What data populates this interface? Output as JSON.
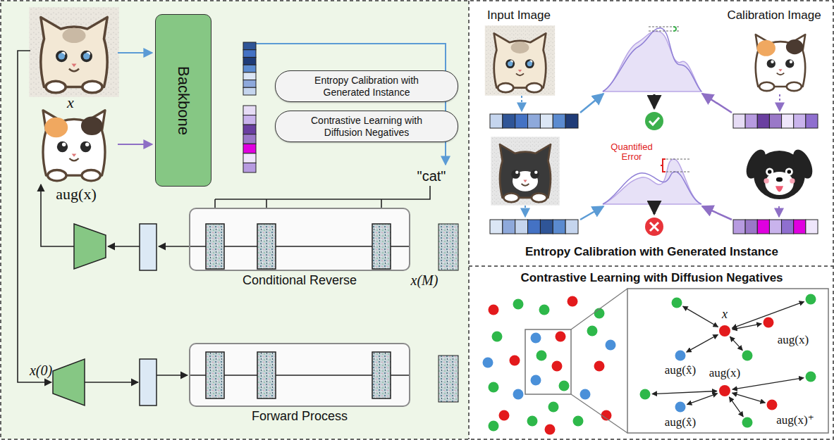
{
  "diagram": {
    "nodes": [
      {
        "text": [
          "Backbone"
        ]
      },
      {
        "text": [
          "Entropy Calibration with Generated Instance"
        ]
      },
      {
        "text": [
          "Contrastive Learning with Diffusion Negatives"
        ]
      },
      {
        "text": [
          "Conditional Reverse"
        ]
      },
      {
        "text": [
          "Forward Process"
        ]
      },
      {
        "text": [
          "Entropy Calibration with Generated Instance"
        ]
      },
      {
        "text": [
          "Contrastive Learning with Diffusion Negatives"
        ]
      }
    ],
    "edges": [
      {
        "from": 0,
        "to": 1,
        "arrow": "to"
      },
      {
        "from": 0,
        "to": 2,
        "arrow": "to"
      },
      {
        "from": 4,
        "to": 3,
        "arrow": "to"
      }
    ],
    "labels": [
      "x",
      "aug(x)",
      "\"cat\"",
      "x(M)",
      "x(0)",
      "Input Image",
      "Calibration Image",
      "Quantified Error",
      "x",
      "aug(x̂)",
      "aug(x)",
      "aug(x)",
      "aug(x̂)",
      "aug(x)⁺"
    ]
  }
}
